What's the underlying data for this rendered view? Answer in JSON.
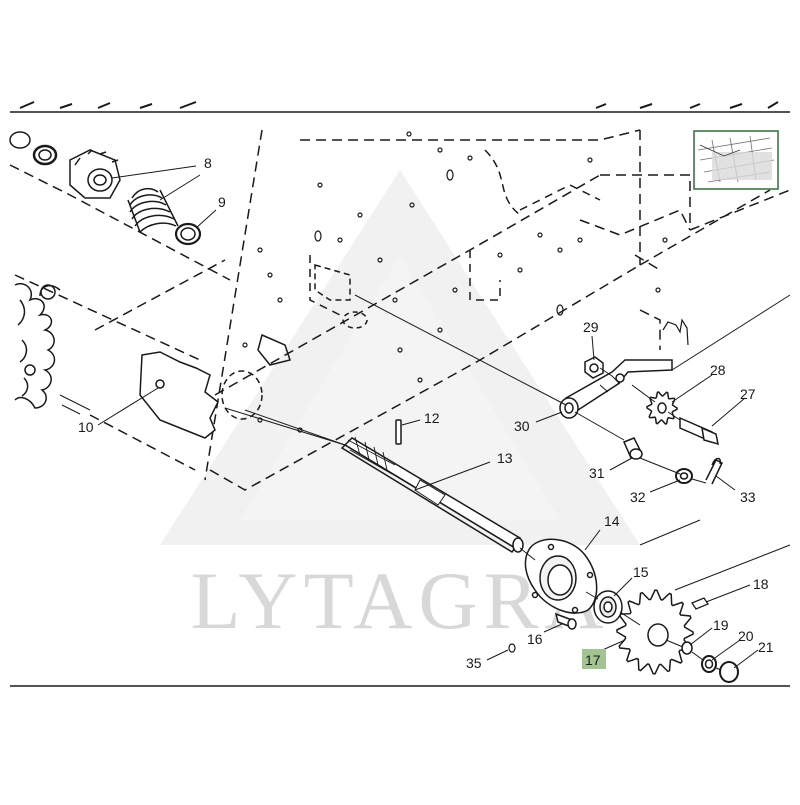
{
  "watermark": {
    "text": "LYTAGRA"
  },
  "colors": {
    "ink": "#1a1a1a",
    "watermark": "#d8d8d8",
    "highlight": "#a3c393",
    "thumb_border": "#2f6d3a"
  },
  "thumbnail": {
    "icon": "overview-thumbnail-icon"
  },
  "callouts": {
    "c8": "8",
    "c9": "9",
    "c10": "10",
    "c12": "12",
    "c13": "13",
    "c14": "14",
    "c15": "15",
    "c16": "16",
    "c17": "17",
    "c18": "18",
    "c19": "19",
    "c20": "20",
    "c21": "21",
    "c27": "27",
    "c28": "28",
    "c29": "29",
    "c30": "30",
    "c31": "31",
    "c32": "32",
    "c33": "33",
    "c35": "35"
  },
  "highlighted_callout": "17"
}
